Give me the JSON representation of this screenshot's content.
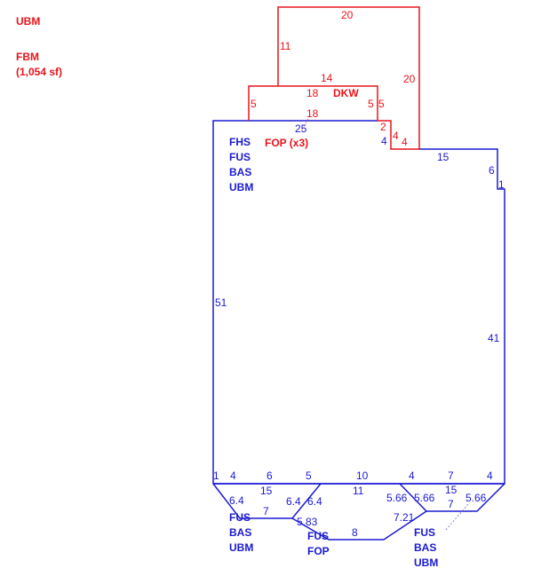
{
  "legend": {
    "line1": "UBM",
    "line2": "FBM",
    "line3": "(1,054 sf)"
  },
  "colors": {
    "red": "#e8141c",
    "blue": "#1a1ad2"
  },
  "red_dims": {
    "top": "20",
    "left": "11",
    "right": "20",
    "mid": "14",
    "dkw_top": "18",
    "dkw_left": "5",
    "dkw_right_a": "5",
    "dkw_right_b": "5",
    "dkw_bottom": "18",
    "step_a": "2",
    "step_b": "4",
    "step_c": "4"
  },
  "red_labels": {
    "dkw": "DKW",
    "fop": "FOP (x3)"
  },
  "blue_dims": {
    "top": "25",
    "step": "4",
    "right_top": "15",
    "right_a": "6",
    "right_b": "1",
    "right": "41",
    "left": "51",
    "bottom": [
      "1",
      "4",
      "6",
      "5",
      "10",
      "4",
      "7",
      "4"
    ],
    "left_bay": {
      "top": "15",
      "diag_l": "6.4",
      "bottom": "7",
      "diag_r_a": "6.4",
      "diag_r_b": "6.4"
    },
    "mid_bay": {
      "top": "11",
      "diag_l": "5.83",
      "bottom": "8",
      "diag_r": "7.21",
      "diag_r2": "5.66"
    },
    "right_bay": {
      "top": "15",
      "diag_l": "5.66",
      "bottom": "7",
      "diag_r": "5.66"
    }
  },
  "blue_labels": {
    "main": [
      "FHS",
      "FUS",
      "BAS",
      "UBM"
    ],
    "left_bay": [
      "FUS",
      "BAS",
      "UBM"
    ],
    "mid_bay": [
      "FUS",
      "FOP"
    ],
    "right_bay": [
      "FUS",
      "BAS",
      "UBM"
    ]
  }
}
